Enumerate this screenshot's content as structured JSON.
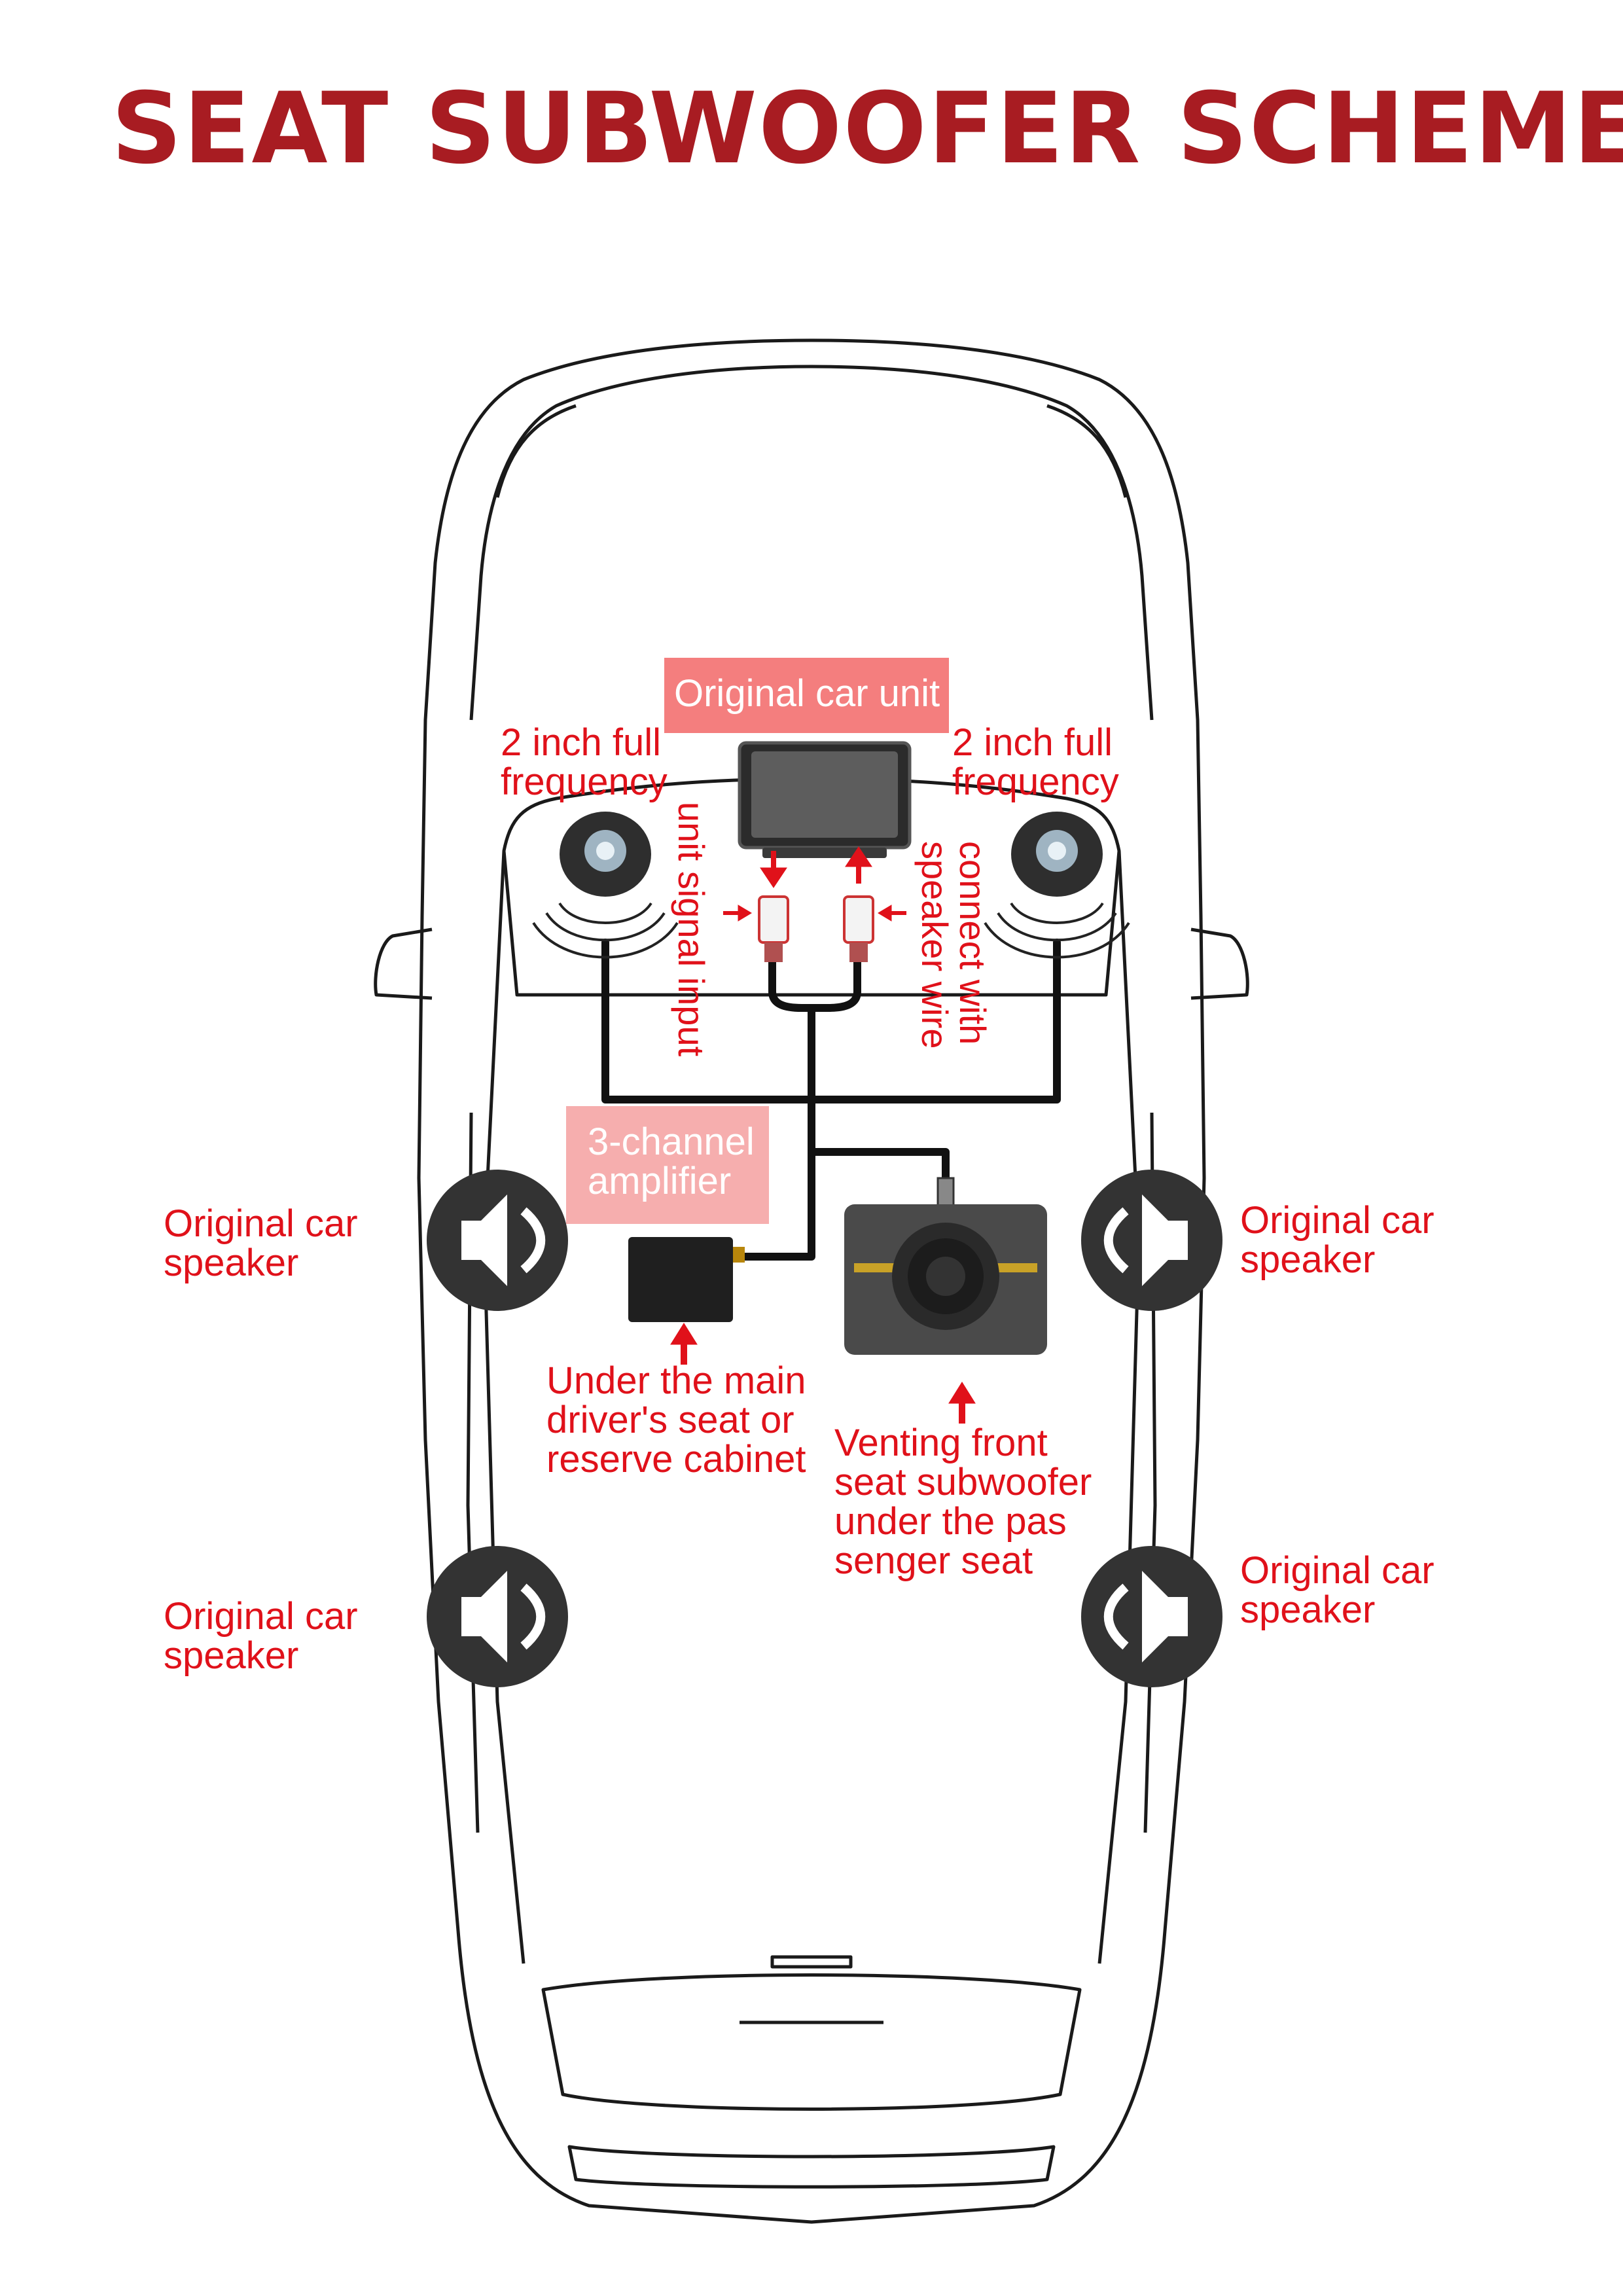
{
  "title": "SEAT SUBWOOFER SCHEME",
  "labels": {
    "unit": "Original car unit",
    "tweeter_left": [
      "2 inch full",
      "frequency"
    ],
    "tweeter_right": [
      "2 inch full",
      "frequency"
    ],
    "signal_input": "unit signal input",
    "speaker_wire": [
      "connect with",
      "speaker wire"
    ],
    "amplifier": [
      "3-channel",
      "amplifier"
    ],
    "amp_location": [
      "Under the main",
      "driver's seat or",
      "reserve cabinet"
    ],
    "sub_location": [
      "Venting front",
      "seat subwoofer",
      "under the pas",
      "senger seat"
    ],
    "speaker_fl": [
      "Original car",
      "speaker"
    ],
    "speaker_fr": [
      "Original car",
      "speaker"
    ],
    "speaker_rl": [
      "Original car",
      "speaker"
    ],
    "speaker_rr": [
      "Original car",
      "speaker"
    ]
  },
  "colors": {
    "title": "#a81c22",
    "label": "#e0111a",
    "label_box": "#f47e7e",
    "speaker_disc": "#333333",
    "wire": "#111111"
  }
}
